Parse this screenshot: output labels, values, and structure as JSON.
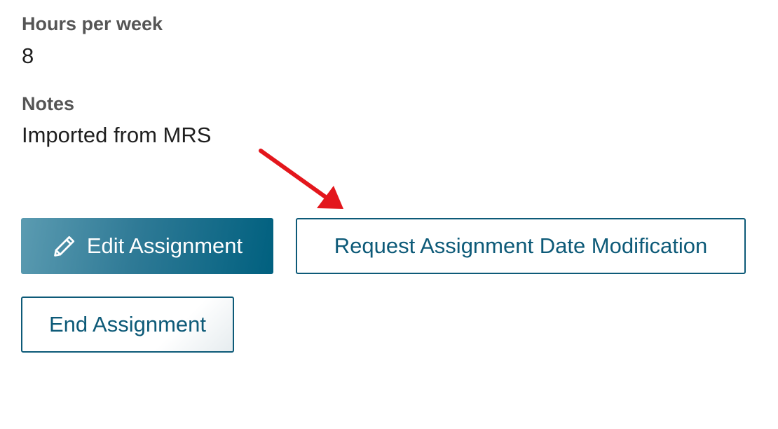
{
  "details": {
    "hours_label": "Hours per week",
    "hours_value": "8",
    "notes_label": "Notes",
    "notes_value": "Imported from MRS"
  },
  "actions": {
    "edit_label": "Edit Assignment",
    "edit_icon": "pencil-icon",
    "request_label": "Request Assignment Date Modification",
    "end_label": "End Assignment"
  },
  "annotation": {
    "arrow_color": "#e3161c"
  },
  "colors": {
    "primary": "#00607f",
    "primary_light": "#5b9bb1",
    "outline": "#0d5a78",
    "label": "#555555"
  }
}
